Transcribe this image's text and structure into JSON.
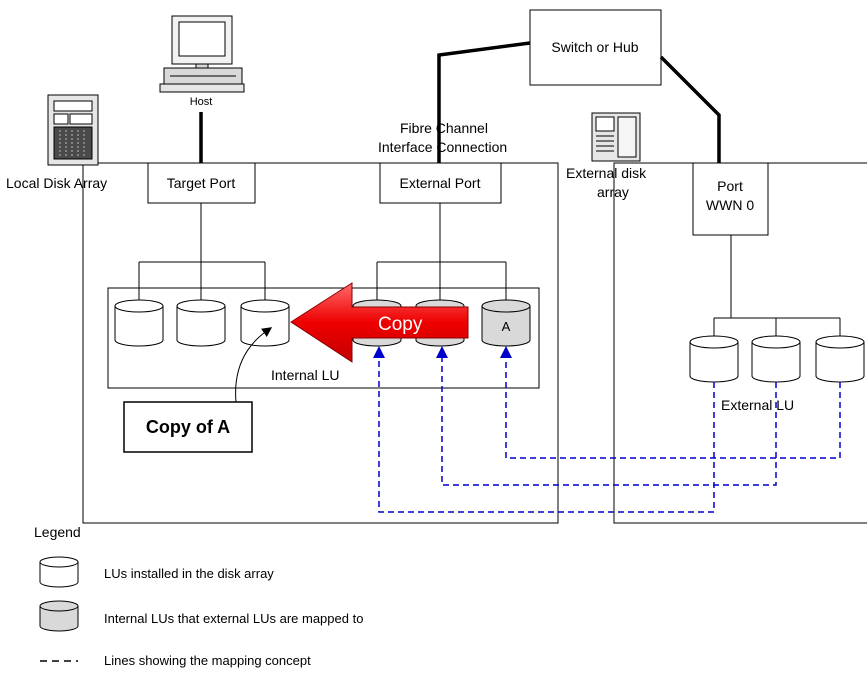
{
  "labels": {
    "host": "Host",
    "local_disk_array": "Local Disk Array",
    "switch_or_hub": "Switch or Hub",
    "fibre_channel_line1": "Fibre Channel",
    "fibre_channel_line2": "Interface Connection",
    "external_disk_array_line1": "External disk",
    "external_disk_array_line2": "array",
    "target_port": "Target Port",
    "external_port": "External Port",
    "port_line1": "Port",
    "port_line2": "WWN 0",
    "internal_lu": "Internal LU",
    "external_lu": "External LU",
    "copy_arrow": "Copy",
    "copy_of_a": "Copy of A",
    "lu_a": "A"
  },
  "legend": {
    "title": "Legend",
    "items": [
      {
        "symbol": "white-cylinder",
        "text": "LUs installed in the disk array"
      },
      {
        "symbol": "gray-cylinder",
        "text": "Internal LUs that external LUs are mapped to"
      },
      {
        "symbol": "dashed-line",
        "text": "Lines showing the mapping concept"
      }
    ]
  },
  "colors": {
    "copy_arrow_fill": "#ff0000",
    "mapping_line": "#0000cc",
    "mapped_lu_fill": "#d9d9d9"
  }
}
